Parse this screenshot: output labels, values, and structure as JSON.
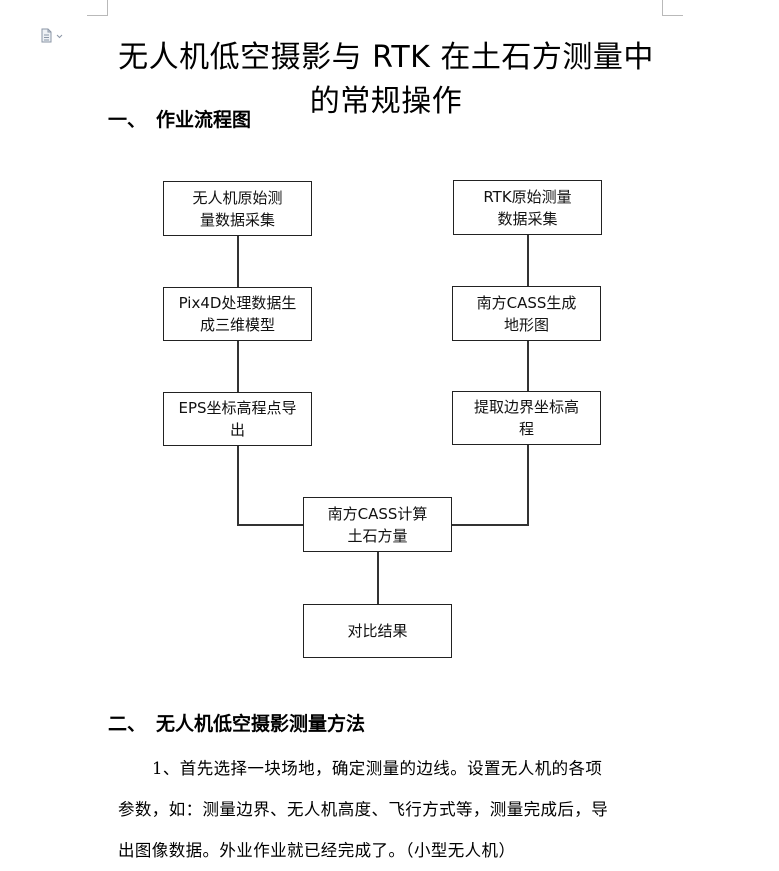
{
  "document": {
    "title_line1": "无人机低空摄影与 RTK 在土石方测量中",
    "title_line2": "的常规操作",
    "doc_icon": "document-icon"
  },
  "section1": {
    "number": "一、",
    "heading": "作业流程图"
  },
  "flowchart": {
    "uav_capture": "无人机原始测量数据采集",
    "pix4d": "Pix4D处理数据生成三维模型",
    "eps_export": "EPS坐标高程点导出",
    "rtk_capture": "RTK原始测量数据采集",
    "cass_terrain": "南方CASS生成地形图",
    "boundary": "提取边界坐标高程",
    "cass_volume": "南方CASS计算土石方量",
    "compare": "对比结果"
  },
  "section2": {
    "number": "二、",
    "heading": "无人机低空摄影测量方法",
    "paragraph_lines": [
      "1、首先选择一块场地，确定测量的边线。设置无人机的各项",
      "参数，如：测量边界、无人机高度、飞行方式等，测量完成后，导",
      "出图像数据。外业作业就已经完成了。（小型无人机）"
    ]
  }
}
